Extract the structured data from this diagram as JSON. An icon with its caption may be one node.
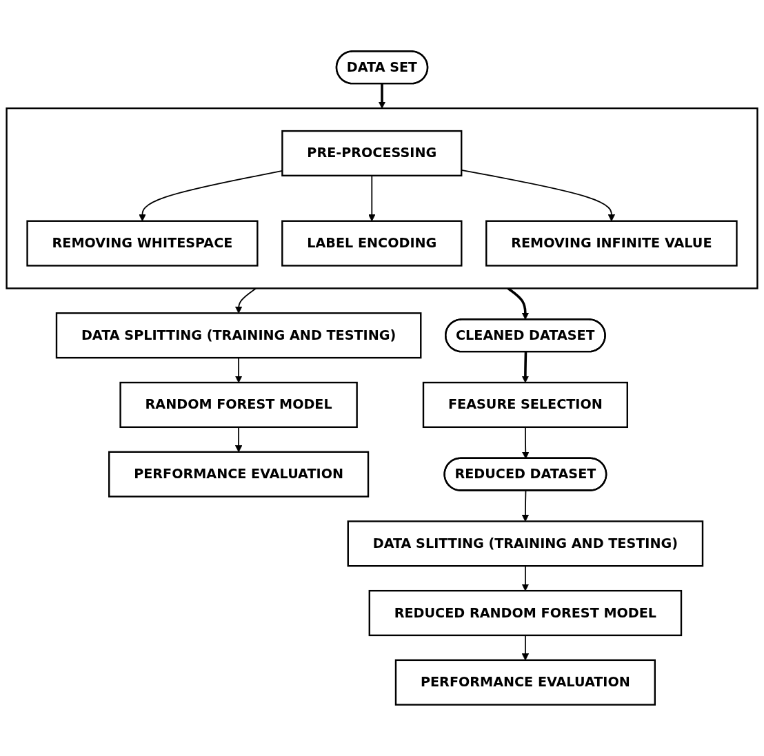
{
  "diagram": {
    "nodes": [
      {
        "text": [
          "DATA SET"
        ]
      },
      {
        "text": [],
        "shape": "box"
      },
      {
        "text": [
          "PRE-PROCESSING"
        ],
        "in": 1
      },
      {
        "text": [
          "REMOVING WHITESPACE"
        ],
        "in": 1
      },
      {
        "text": [
          "LABEL ENCODING"
        ],
        "in": 1
      },
      {
        "text": [
          "REMOVING INFINITE VALUE"
        ],
        "in": 1
      },
      {
        "text": [
          "DATA SPLITTING (TRAINING AND TESTING)"
        ]
      },
      {
        "text": [
          "RANDOM FOREST  MODEL"
        ]
      },
      {
        "text": [
          "PERFORMANCE EVALUATION"
        ]
      },
      {
        "text": [
          "CLEANED DATASET"
        ]
      },
      {
        "text": [
          "FEASURE SELECTION"
        ]
      },
      {
        "text": [
          "REDUCED DATASET"
        ]
      },
      {
        "text": [
          "DATA SLITTING (TRAINING AND TESTING)"
        ]
      },
      {
        "text": [
          "REDUCED RANDOM FOREST  MODEL"
        ]
      },
      {
        "text": [
          "PERFORMANCE EVALUATION"
        ]
      }
    ],
    "edges": [
      {
        "from": 0,
        "to": 1,
        "arrow": "to",
        "style": "thick"
      },
      {
        "from": 2,
        "to": 3,
        "arrow": "to"
      },
      {
        "from": 2,
        "to": 4,
        "arrow": "to"
      },
      {
        "from": 2,
        "to": 5,
        "arrow": "to"
      },
      {
        "from": 1,
        "to": 6,
        "arrow": "to"
      },
      {
        "from": 6,
        "to": 7,
        "arrow": "to"
      },
      {
        "from": 7,
        "to": 8,
        "arrow": "to"
      },
      {
        "from": 1,
        "to": 9,
        "arrow": "to",
        "style": "thick"
      },
      {
        "from": 9,
        "to": 10,
        "arrow": "to",
        "style": "thick"
      },
      {
        "from": 10,
        "to": 11,
        "arrow": "to"
      },
      {
        "from": 11,
        "to": 12,
        "arrow": "to"
      },
      {
        "from": 12,
        "to": 13,
        "arrow": "to"
      },
      {
        "from": 13,
        "to": 14,
        "arrow": "to"
      }
    ]
  }
}
